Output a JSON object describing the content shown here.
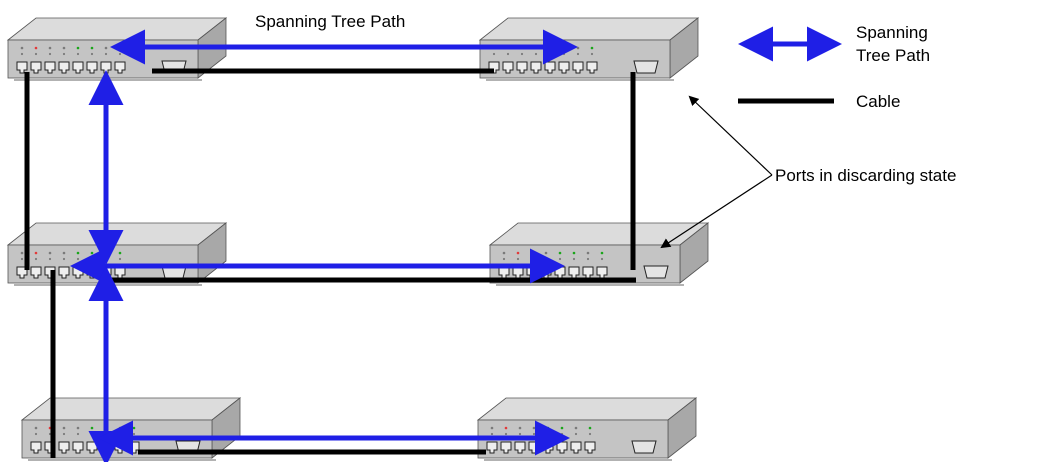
{
  "diagram": {
    "title": "Spanning Tree Path",
    "legend": {
      "spanning_tree_path_line1": "Spanning",
      "spanning_tree_path_line2": "Tree Path",
      "cable": "Cable"
    },
    "callout": "Ports in discarding state",
    "colors": {
      "spanning_tree_path": "#1f1fe6",
      "cable": "#000000",
      "switch_top": "#dcdcdc",
      "switch_front": "#c4c4c4",
      "switch_side": "#a8a8a8",
      "led_red": "#e23a3a",
      "led_green": "#1aa61a",
      "led_gray": "#7a7a7a"
    },
    "switches": [
      {
        "id": "switch-top-left"
      },
      {
        "id": "switch-top-right"
      },
      {
        "id": "switch-middle-left"
      },
      {
        "id": "switch-middle-right"
      },
      {
        "id": "switch-bottom-left"
      },
      {
        "id": "switch-bottom-right"
      }
    ]
  }
}
